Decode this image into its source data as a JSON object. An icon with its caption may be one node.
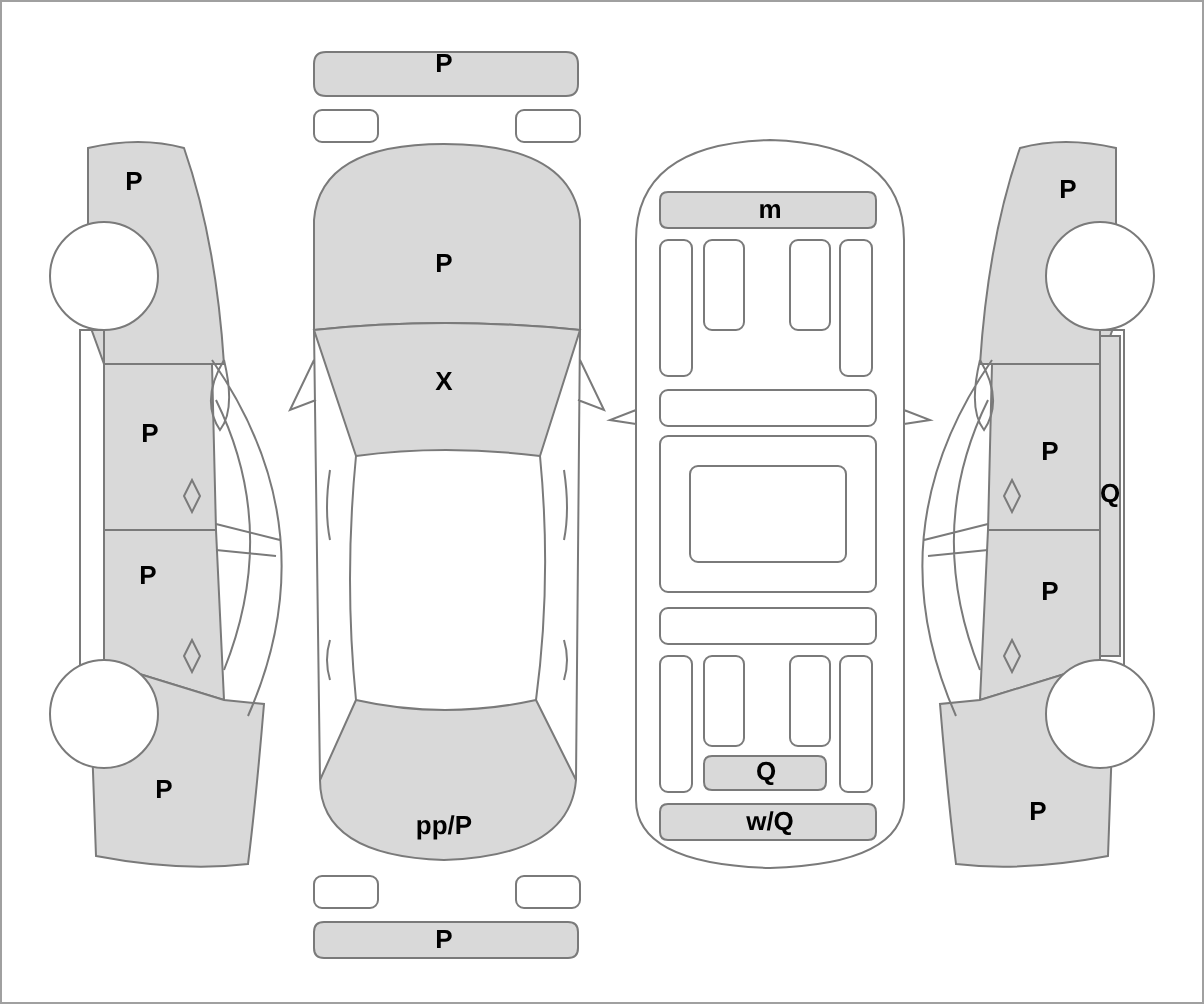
{
  "diagram": {
    "nodes": [
      {
        "text": [
          "P"
        ]
      },
      {
        "text": [
          "P"
        ]
      },
      {
        "text": [
          "P"
        ]
      },
      {
        "text": [
          "P"
        ]
      },
      {
        "text": [
          "P"
        ]
      },
      {
        "text": [
          "P"
        ]
      },
      {
        "text": [
          "X"
        ]
      },
      {
        "text": [
          "pp/P"
        ]
      },
      {
        "text": [
          "P"
        ]
      },
      {
        "text": [
          "m"
        ]
      },
      {
        "text": [
          "Q"
        ]
      },
      {
        "text": [
          "w/Q"
        ]
      },
      {
        "text": [
          "P"
        ]
      },
      {
        "text": [
          "P"
        ]
      },
      {
        "text": [
          "Q"
        ]
      },
      {
        "text": [
          "P"
        ]
      },
      {
        "text": [
          "P"
        ]
      }
    ]
  }
}
